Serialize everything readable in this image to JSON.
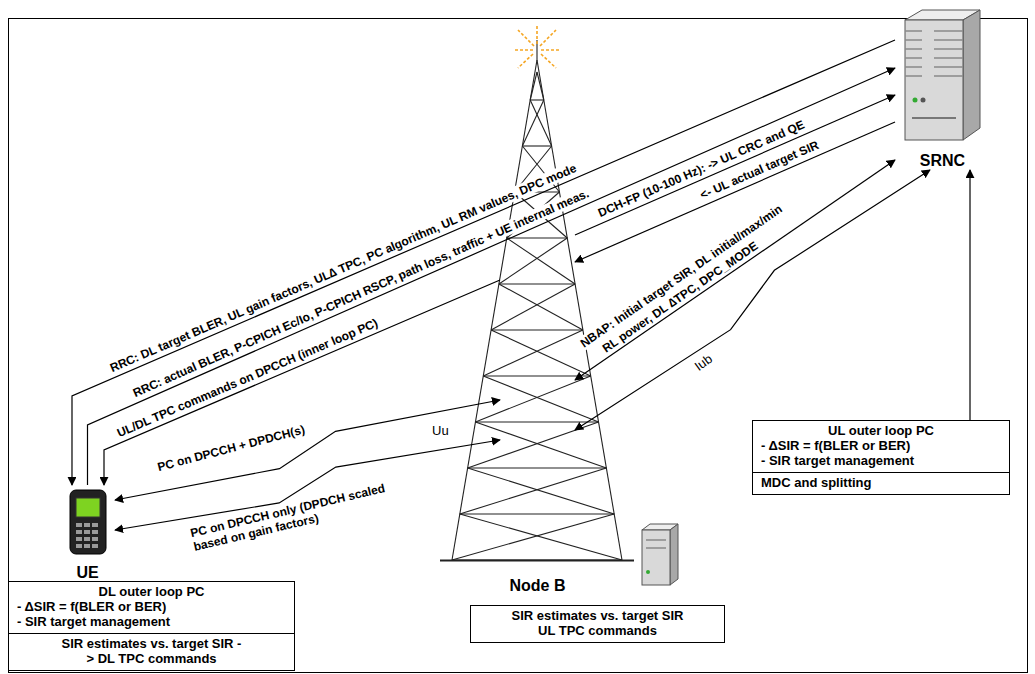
{
  "diagram": {
    "nodes": [
      {
        "text": [
          "UE"
        ]
      },
      {
        "text": [
          "Node B"
        ]
      },
      {
        "text": [
          "SRNC"
        ]
      },
      {
        "text": [
          "DL outer loop PC",
          "- ΔSIR = f(BLER or BER)",
          "- SIR target management",
          "SIR estimates vs. target SIR -> DL TPC commands"
        ]
      },
      {
        "text": [
          "SIR estimates vs. target SIR UL TPC commands"
        ]
      },
      {
        "text": [
          "UL outer loop PC",
          "- ΔSIR = f(BLER or BER)",
          "- SIR target management",
          "MDC and splitting"
        ]
      }
    ],
    "edges": [
      {
        "from": 2,
        "to": 0,
        "arrow": "to",
        "label": "RRC: DL target BLER, UL gain factors, UL∆ TPC, PC algorithm, UL RM values, DPC mode"
      },
      {
        "from": 0,
        "to": 2,
        "arrow": "to",
        "label": "RRC: actual BLER, P-CPICH Ec/Io, P-CPICH RSCP, path loss, traffic + UE internal meas."
      },
      {
        "from": 1,
        "to": 0,
        "arrow": "to",
        "label": "UL/DL TPC commands on DPCCH (inner loop PC)"
      },
      {
        "from": 0,
        "to": 1,
        "arrow": "both",
        "label": "PC on DPCCH + DPDCH(s)"
      },
      {
        "from": 0,
        "to": 1,
        "arrow": "both",
        "label": "PC on DPCCH only (DPDCH scaled based on gain factors)"
      },
      {
        "from": 1,
        "to": 2,
        "arrow": "to",
        "label": "DCH-FP (10-100 Hz): -> UL CRC and QE"
      },
      {
        "from": 2,
        "to": 1,
        "arrow": "to",
        "label": "<- UL actual target SIR"
      },
      {
        "from": 1,
        "to": 2,
        "arrow": "both",
        "label": "NBAP: Initial target SIR, DL initial/max/min"
      },
      {
        "from": 1,
        "to": 2,
        "arrow": "both",
        "label": "Iub"
      },
      {
        "from": 5,
        "to": 2,
        "arrow": "to"
      }
    ],
    "labels": [
      "Uu",
      "RL power, DL ∆TPC, DPC_MODE"
    ]
  }
}
